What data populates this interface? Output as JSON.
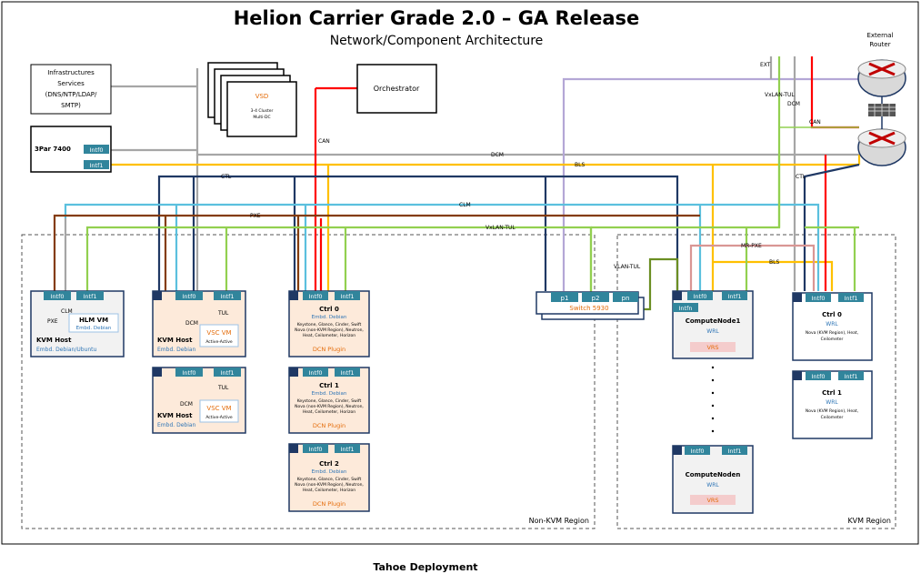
{
  "title": "Helion Carrier Grade 2.0 – GA Release",
  "subtitle": "Network/Component Architecture",
  "footer": "Tahoe Deployment",
  "regions": {
    "non_kvm": "Non-KVM Region",
    "kvm": "KVM Region"
  },
  "top_boxes": {
    "infra": [
      "Infrastructures",
      "Services",
      "(DNS/NTP/LDAP/",
      "SMTP)"
    ],
    "storage": "3Par 7400",
    "storage_intf0": "Intf0",
    "storage_intf1": "Intf1",
    "vsd": "VSD",
    "vsd_sub1": "3-4 Cluster",
    "vsd_sub2": "Multi-DC",
    "orchestrator": "Orchestrator",
    "router": [
      "External",
      "Router"
    ]
  },
  "networks": {
    "ext": "EXT",
    "vxlan_tul_right": "VxLAN-TUL",
    "dcm_right": "DCM",
    "can_right": "CAN",
    "can_left": "CAN",
    "dcm": "DCM",
    "bls": "BLS",
    "ctl": "CTL",
    "ctl_right": "CTL",
    "clm": "CLM",
    "pxe": "PXE",
    "vxlan_tul": "VxLAN-TUL",
    "vlan_tul": "VLAN-TUL",
    "mr_pxe": "MR-PXE",
    "bls_right": "BLS"
  },
  "switch": {
    "p1": "p1",
    "p2": "p2",
    "pn": "pn",
    "name": "Switch 5930"
  },
  "hlm_host": {
    "intf0": "Intf0",
    "intf1": "Intf1",
    "clm": "CLM",
    "pxe": "PXE",
    "vm": "HLM VM",
    "vm_os": "Embd. Debian",
    "host": "KVM Host",
    "host_os": "Embd. Debian/Ubuntu"
  },
  "kvm_hosts": [
    {
      "intf0": "Intf0",
      "intf1": "Intf1",
      "dcm": "DCM",
      "tul": "TUL",
      "vm": "VSC VM",
      "vm_sub": "Active-Active",
      "host": "KVM Host",
      "os": "Embd. Debian"
    },
    {
      "intf0": "Intf0",
      "intf1": "Intf1",
      "dcm": "DCM",
      "tul": "TUL",
      "vm": "VSC VM",
      "vm_sub": "Active-Active",
      "host": "KVM Host",
      "os": "Embd. Debian"
    }
  ],
  "ctrl_nonkvm": [
    {
      "intf0": "Intf0",
      "intf1": "Intf1",
      "name": "Ctrl 0",
      "os": "Embd. Debian",
      "svc": [
        "Keystone, Glance, Cinder, Swift",
        "Nova (non-KVM Region), Neutron,",
        "Heat, Ceilometer, Horizon"
      ],
      "plugin": "DCN Plugin"
    },
    {
      "intf0": "Intf0",
      "intf1": "Intf1",
      "name": "Ctrl 1",
      "os": "Embd. Debian",
      "svc": [
        "Keystone, Glance, Cinder, Swift",
        "Nova (non-KVM Region), Neutron,",
        "Heat, Ceilometer, Horizon"
      ],
      "plugin": "DCN Plugin"
    },
    {
      "intf0": "Intf0",
      "intf1": "Intf1",
      "name": "Ctrl 2",
      "os": "Embd. Debian",
      "svc": [
        "Keystone, Glance, Cinder, Swift",
        "Nova (non-KVM Region), Neutron,",
        "Heat, Ceilometer, Horizon"
      ],
      "plugin": "DCN Plugin"
    }
  ],
  "compute": [
    {
      "intf0": "Intf0",
      "intf1": "Intf1",
      "intfn": "Intfn",
      "name": "ComputeNode1",
      "os": "WRL",
      "vrs": "VRS"
    },
    {
      "intf0": "Intf0",
      "intf1": "Intf1",
      "name": "ComputeNoden",
      "os": "WRL",
      "vrs": "VRS"
    }
  ],
  "ctrl_kvm": [
    {
      "intf0": "Intf0",
      "intf1": "Intf1",
      "name": "Ctrl 0",
      "os": "WRL",
      "svc": [
        "Nova (KVM Region), Heat,",
        "Ceilometer"
      ]
    },
    {
      "intf0": "Intf0",
      "intf1": "Intf1",
      "name": "Ctrl 1",
      "os": "WRL",
      "svc": [
        "Nova (KVM Region), Heat,",
        "Ceilometer"
      ]
    }
  ]
}
